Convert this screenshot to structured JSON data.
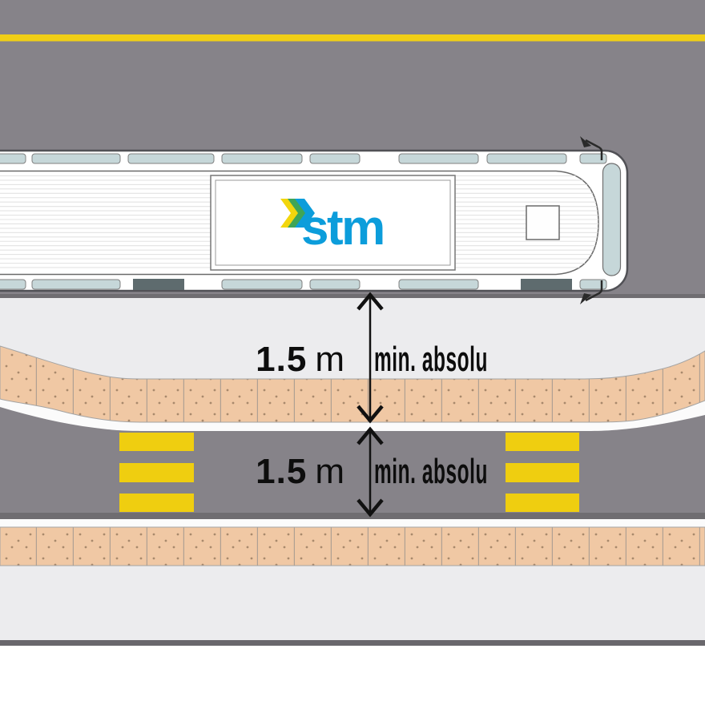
{
  "palette": {
    "road_gray": "#868389",
    "lane_yellow": "#F0CF16",
    "stripe_yellow": "#EFCE10",
    "island_gray": "#ECECEE",
    "curb_white": "#FBFBFB",
    "tactile_tan": "#F0C8A4",
    "tactile_line": "#AFA093",
    "tactile_dot": "#A8896C",
    "edge_dark": "#6F6D71",
    "bottom_dark": "#69676C",
    "bus_body": "#FFFFFF",
    "window_glass": "#C6D7D9",
    "door_slate": "#5E6B6E",
    "stm_blue": "#0C9DDB",
    "stm_yellow": "#F2D60D",
    "stm_green": "#3FA557"
  },
  "bus": {
    "brand": "stm"
  },
  "annotations": [
    {
      "value": "1.5",
      "unit": "m",
      "text": "min. absolu"
    },
    {
      "value": "1.5",
      "unit": "m",
      "text": "min. absolu"
    }
  ]
}
